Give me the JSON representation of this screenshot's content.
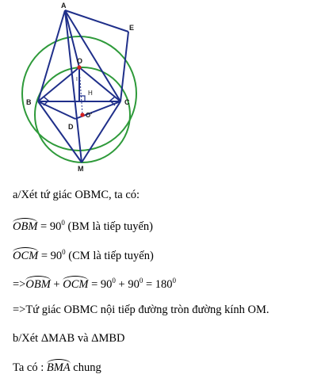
{
  "figure": {
    "labels": {
      "A": "A",
      "E": "E",
      "O": "O",
      "I": "I",
      "H": "H",
      "B": "B",
      "C": "C",
      "O2": "O'",
      "D": "D",
      "M": "M"
    },
    "colors": {
      "circle": "#2e9a3a",
      "lines": "#1f2f8a",
      "point": "#d42020"
    }
  },
  "text": {
    "l1": "a/Xét tứ giác OBMC, ta có:",
    "l2_angle": "OBM",
    "l2_rest": " = 90",
    "l2_exp": "0",
    "l2_note": " (BM là tiếp tuyến)",
    "l3_angle": "OCM",
    "l3_rest": " = 90",
    "l3_exp": "0",
    "l3_note": " (CM là tiếp tuyến)",
    "l4_prefix": "=>",
    "l4_a1": "OBM",
    "l4_plus": " + ",
    "l4_a2": "OCM",
    "l4_eq": " = 90",
    "l4_e1": "0",
    "l4_mid": " + 90",
    "l4_e2": "0",
    "l4_end": " = 180",
    "l4_e3": "0",
    "l5": "=>Tứ giác OBMC nội tiếp đường tròn đường kính OM.",
    "l6": "b/Xét ΔMAB và ΔMBD",
    "l7_prefix": "Ta có : ",
    "l7_angle": "BMA",
    "l7_suffix": " chung"
  }
}
